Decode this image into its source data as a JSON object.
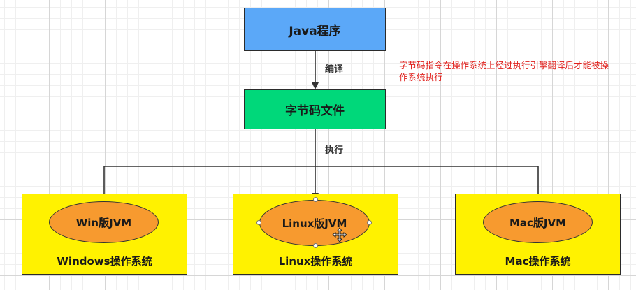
{
  "nodes": {
    "java_program": "Java程序",
    "bytecode_file": "字节码文件",
    "win_jvm": "Win版JVM",
    "linux_jvm": "Linux版JVM",
    "mac_jvm": "Mac版JVM",
    "windows_os": "Windows操作系统",
    "linux_os": "Linux操作系统",
    "mac_os": "Mac操作系统"
  },
  "edges": {
    "compile": "编译",
    "execute": "执行"
  },
  "note": "字节码指令在操作系统上经过执行引擎翻译后才能被操作系统执行",
  "colors": {
    "java_box": "#5ba8f8",
    "bytecode_box": "#00d87a",
    "os_box": "#fff200",
    "jvm_ellipse": "#f79a2f",
    "note_text": "#e0201c"
  },
  "icons": [
    "arrow-head-icon",
    "move-cursor-icon",
    "resize-handle-icon"
  ]
}
